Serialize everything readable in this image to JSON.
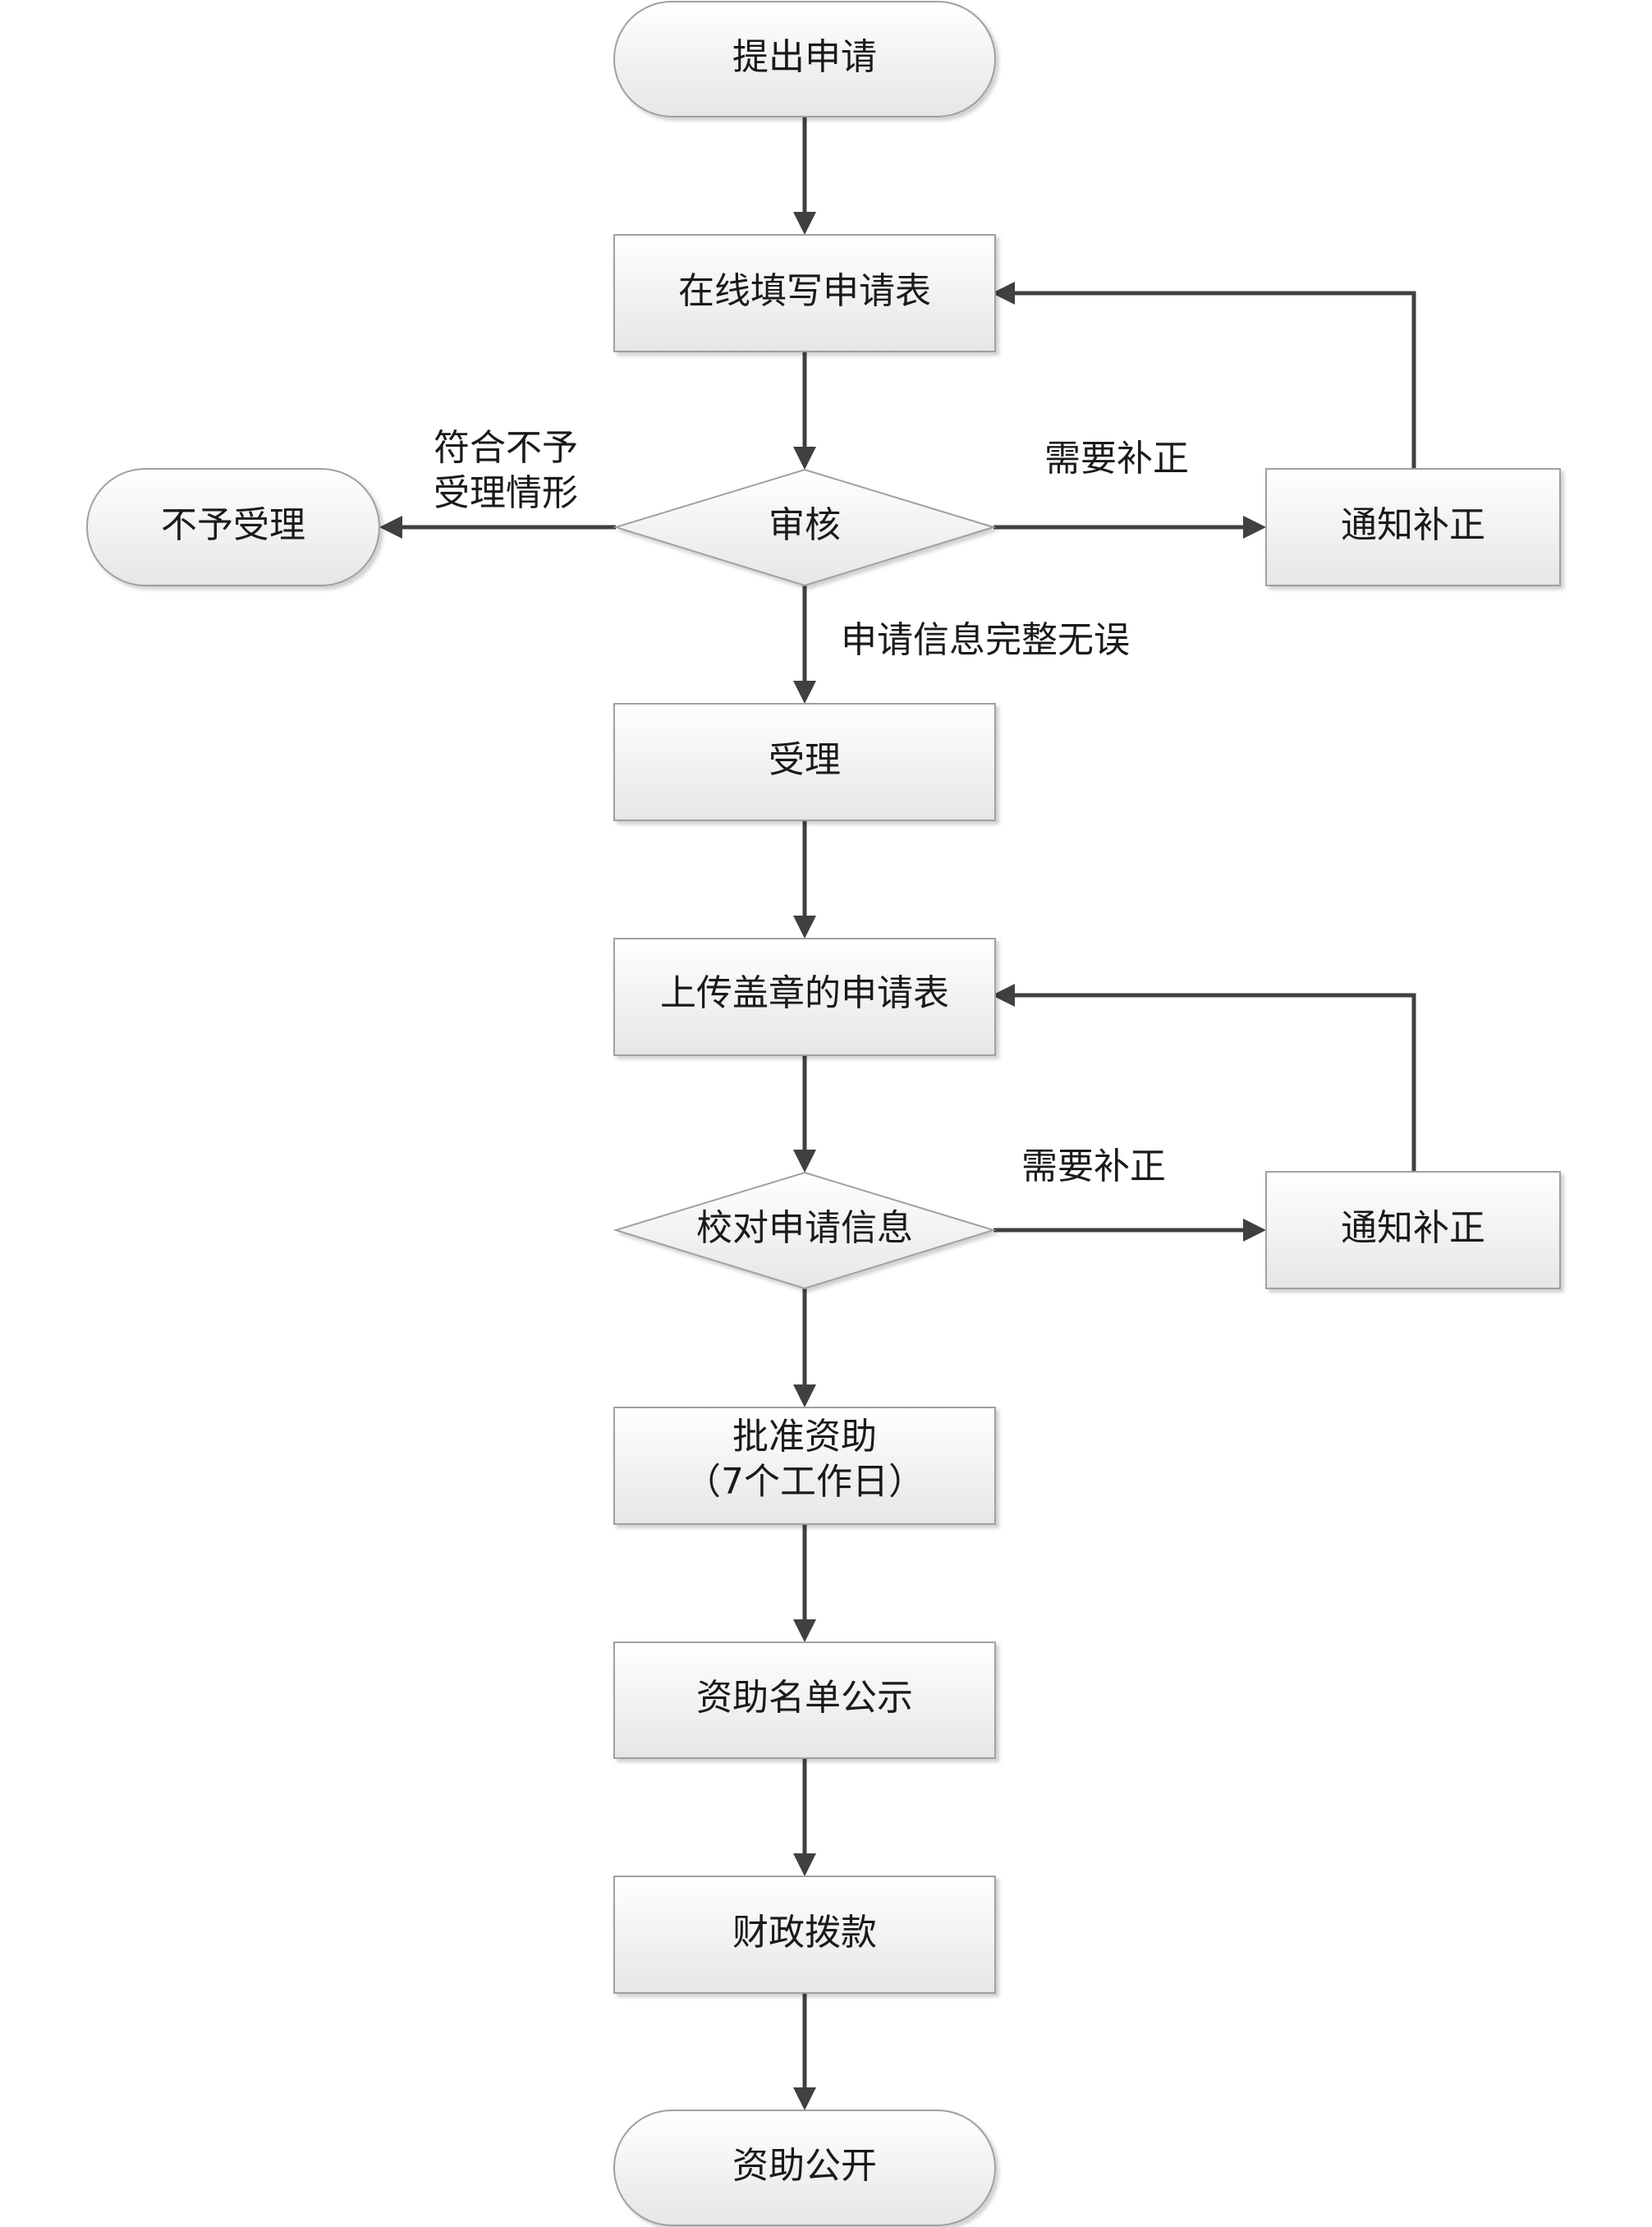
{
  "nodes": {
    "start": "提出申请",
    "fill_form": "在线填写申请表",
    "review": "审核",
    "reject": "不予受理",
    "notify_1": "通知补正",
    "accept": "受理",
    "upload": "上传盖章的申请表",
    "verify": "校对申请信息",
    "notify_2": "通知补正",
    "approve_line1": "批准资助",
    "approve_line2": "（7个工作日）",
    "publicity": "资助名单公示",
    "funding": "财政拨款",
    "end": "资助公开"
  },
  "edges": {
    "reject_line1": "符合不予",
    "reject_line2": "受理情形",
    "needs_fix_1": "需要补正",
    "complete": "申请信息完整无误",
    "needs_fix_2": "需要补正"
  },
  "colors": {
    "shape_fill_top": "#ffffff",
    "shape_fill_bottom": "#e6e6e6",
    "shape_stroke": "#a0a0a0",
    "connector": "#404040"
  }
}
